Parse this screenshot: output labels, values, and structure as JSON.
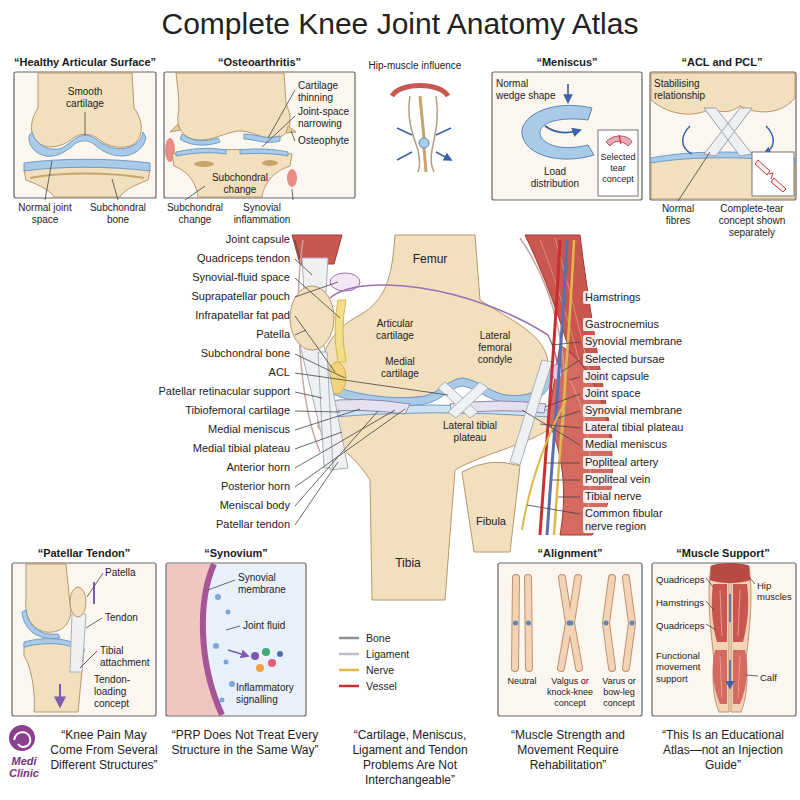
{
  "diagram": {
    "title": "Complete Knee Joint Anatomy Atlas",
    "nodes": [
      {
        "text": [
          "“Healthy Articular Surface”"
        ]
      },
      {
        "text": [
          "“Osteoarthritis”"
        ]
      },
      {
        "text": [
          "“Meniscus”"
        ]
      },
      {
        "text": [
          "“ACL and PCL”"
        ]
      },
      {
        "text": [
          "“Patellar Tendon”"
        ]
      },
      {
        "text": [
          "“Synovium”"
        ]
      },
      {
        "text": [
          "“Alignment”"
        ]
      },
      {
        "text": [
          "“Muscle Support”"
        ]
      }
    ],
    "labels": [
      "Smooth cartilage",
      "Normal joint space",
      "Subchondral bone",
      "Cartilage thinning",
      "Joint-space narrowing",
      "Osteophyte",
      "Subchondral change",
      "Subchondral change",
      "Synovial inflammation",
      "Hip-muscle influence",
      "Normal wedge shape",
      "Load distribution",
      "Selected tear concept",
      "Stabilising relationship",
      "Normal fibres",
      "Complete-tear concept shown separately",
      "Joint capsule",
      "Quadriceps tendon",
      "Synovial-fluid space",
      "Suprapatellar pouch",
      "Infrapatellar fat pad",
      "Patella",
      "Subchondral bone",
      "ACL",
      "Patellar retinacular support",
      "Tibiofemoral cartilage",
      "Medial meniscus",
      "Medial tibial plateau",
      "Anterior horn",
      "Posterior horn",
      "Meniscal body",
      "Patellar tendon",
      "Femur",
      "Articular cartilage",
      "Lateral femoral condyle",
      "Medial cartilage",
      "Lateral tibial plateau",
      "Fibula",
      "Tibia",
      "Hamstrings",
      "Gastrocnemius",
      "Synovial membrane",
      "Selected bursae",
      "Joint capsule",
      "Joint space",
      "Synovial membrane",
      "Lateral tibial plateau",
      "Medial meniscus",
      "Popliteal artery",
      "Popliteal vein",
      "Tibial nerve",
      "Common fibular nerve region",
      "Patella",
      "Tendon",
      "Tibial attachment",
      "Tendon-loading concept",
      "Synovial membrane",
      "Joint fluid",
      "Inflammatory signalling",
      "Neutral",
      "Valgus or knock-knee concept",
      "Varus or bow-leg concept",
      "Quadriceps",
      "Hamstrings",
      "Quadriceps",
      "Hip muscles",
      "Functional movement support",
      "Calf",
      "“Knee Pain May Come From Several Different Structures”",
      "“PRP Does Not Treat Every Structure in the Same Way”",
      "“Cartilage, Meniscus, Ligament and Tendon Problems Are Not Interchangeable”",
      "“Muscle Strength and Movement Require Rehabilitation”",
      "“This Is an Educational Atlas—not an Injection Guide”",
      "Medi Clinic"
    ],
    "legend": [
      {
        "text": "Bone"
      },
      {
        "text": "Ligament"
      },
      {
        "text": "Nerve"
      },
      {
        "text": "Vessel"
      }
    ]
  }
}
